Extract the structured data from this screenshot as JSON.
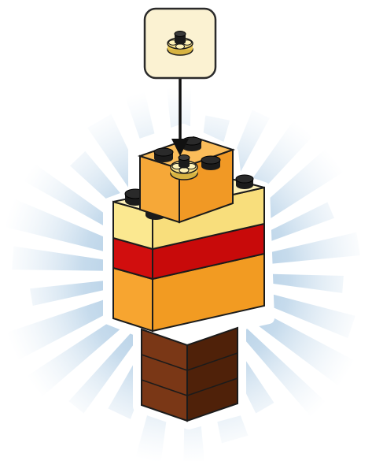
{
  "instruction": {
    "callout_part": "yellow-round-flower-plate-1x1",
    "arrow_direction": "down"
  },
  "model": {
    "layers_bottom_to_top": [
      {
        "name": "brown-column",
        "color": "#6a2f12"
      },
      {
        "name": "orange-brick",
        "color": "#f7a530"
      },
      {
        "name": "red-brick",
        "color": "#d10e0e"
      },
      {
        "name": "light-yellow-brick",
        "color": "#fbe890"
      },
      {
        "name": "top-orange-brick",
        "color": "#f6a838"
      }
    ],
    "new_part": "yellow-round-flower-plate-1x1"
  },
  "colors": {
    "callout_bg": "#fbf2d2",
    "callout_border": "#2b2b2b",
    "burst": "#a9c8e2",
    "outline": "#1b1b1b"
  }
}
